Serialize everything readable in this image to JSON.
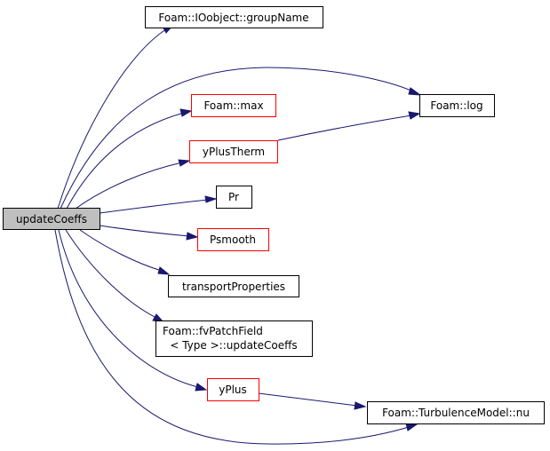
{
  "colors": {
    "edge": "#191970",
    "node_border": "#000000",
    "node_border_incomplete": "#ff0000",
    "root_fill": "#bfbfbf"
  },
  "nodes": {
    "root": {
      "lines": [
        "updateCoeffs"
      ]
    },
    "groupName": {
      "lines": [
        "Foam::IOobject::groupName"
      ]
    },
    "log": {
      "lines": [
        "Foam::log"
      ]
    },
    "max": {
      "lines": [
        "Foam::max"
      ]
    },
    "yPlusTherm": {
      "lines": [
        "yPlusTherm"
      ]
    },
    "Pr": {
      "lines": [
        "Pr"
      ]
    },
    "Psmooth": {
      "lines": [
        "Psmooth"
      ]
    },
    "transportProperties": {
      "lines": [
        "transportProperties"
      ]
    },
    "fvPatchFieldUpdate": {
      "lines": [
        "Foam::fvPatchField",
        "< Type >::updateCoeffs"
      ]
    },
    "yPlus": {
      "lines": [
        "yPlus"
      ]
    },
    "nu": {
      "lines": [
        "Foam::TurbulenceModel::nu"
      ]
    }
  }
}
